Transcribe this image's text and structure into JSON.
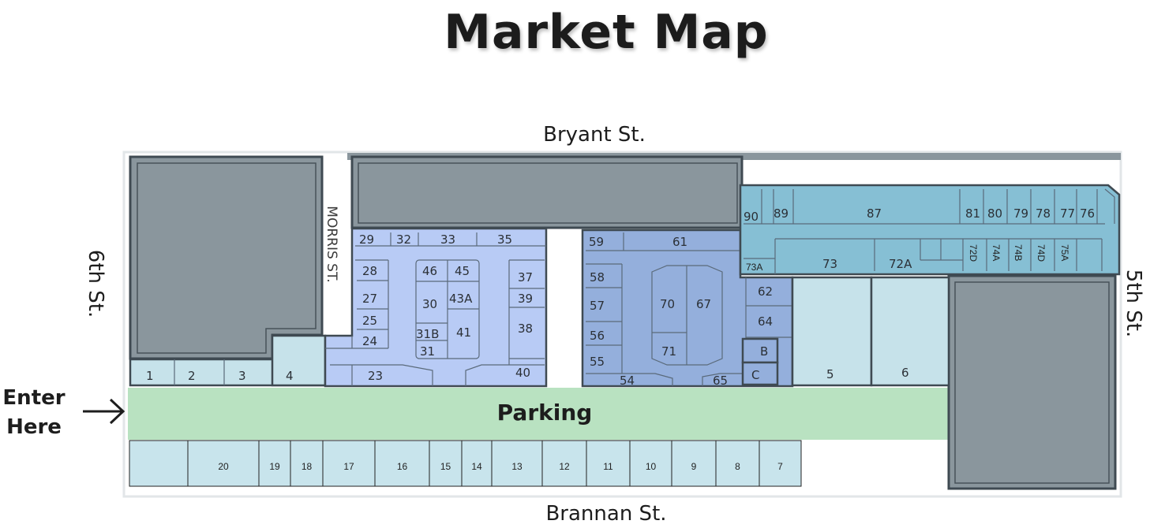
{
  "title": "Market Map",
  "streets": {
    "north": "Bryant St.",
    "south": "Brannan St.",
    "west": "6th St.",
    "east": "5th St.",
    "alley": "MORRIS ST."
  },
  "entrance": {
    "line1": "Enter",
    "line2": "Here"
  },
  "parking": {
    "label": "Parking"
  },
  "stalls": {
    "front_row": [
      "1",
      "2",
      "3",
      "4"
    ],
    "hall_a": [
      "29",
      "32",
      "33",
      "35",
      "28",
      "27",
      "25",
      "24",
      "23",
      "46",
      "45",
      "30",
      "43A",
      "31B",
      "41",
      "31",
      "37",
      "39",
      "38",
      "40"
    ],
    "hall_b": [
      "59",
      "61",
      "58",
      "57",
      "56",
      "55",
      "54",
      "70",
      "67",
      "71",
      "65",
      "62",
      "64",
      "B",
      "C"
    ],
    "hall_c": [
      "90",
      "89",
      "87",
      "81",
      "80",
      "79",
      "78",
      "77",
      "76",
      "73A",
      "73",
      "72A",
      "72D",
      "74A",
      "74B",
      "74D",
      "75A"
    ],
    "large": [
      "5",
      "6"
    ],
    "south_row": [
      "20",
      "19",
      "18",
      "17",
      "16",
      "15",
      "14",
      "13",
      "12",
      "11",
      "10",
      "9",
      "8",
      "7"
    ]
  },
  "colors": {
    "building": "#8a969d",
    "hall_a": "#b8cbf5",
    "hall_b": "#94afdc",
    "hall_c": "#86bfd4",
    "light_stall": "#c6e2ea",
    "parking": "#b9e2c1"
  }
}
